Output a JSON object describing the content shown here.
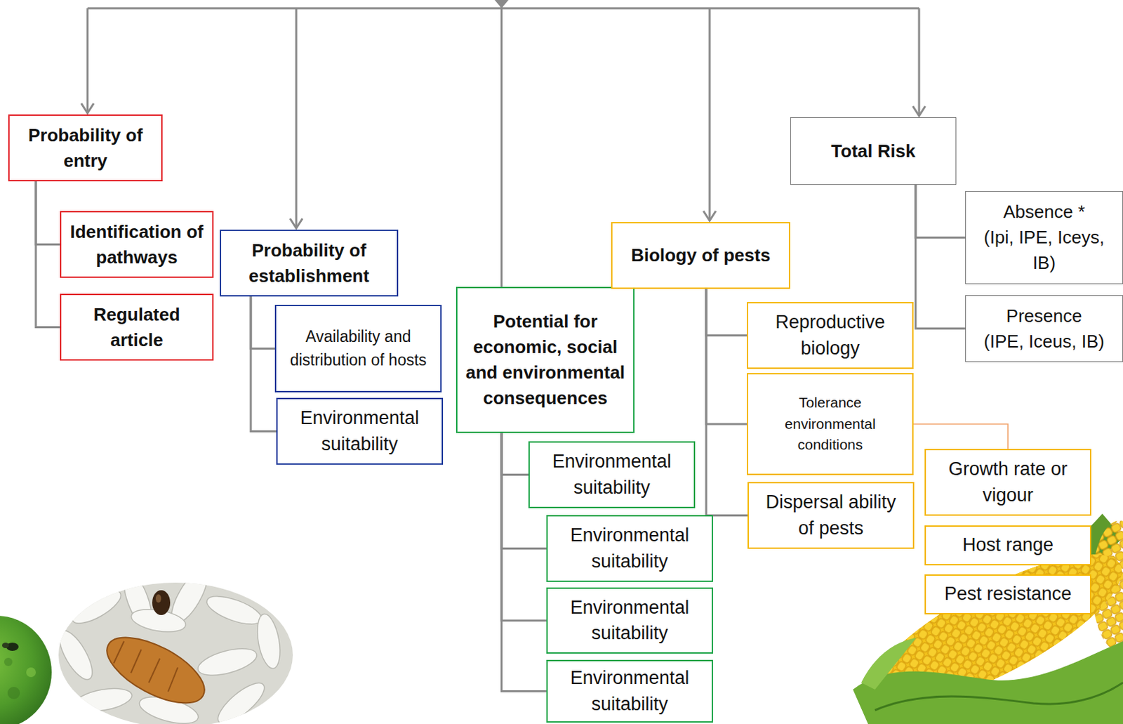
{
  "diagram": {
    "nodes": [
      {
        "text": [
          "Probability of entry"
        ]
      },
      {
        "text": [
          "Identification of pathways"
        ]
      },
      {
        "text": [
          "Regulated article"
        ]
      },
      {
        "text": [
          "Probability of establishment"
        ]
      },
      {
        "text": [
          "Availability and distribution of hosts"
        ]
      },
      {
        "text": [
          "Environmental suitability"
        ]
      },
      {
        "text": [
          "Potential for economic, social and environmental consequences"
        ]
      },
      {
        "text": [
          "Environmental suitability"
        ]
      },
      {
        "text": [
          "Environmental suitability"
        ]
      },
      {
        "text": [
          "Environmental suitability"
        ]
      },
      {
        "text": [
          "Environmental suitability"
        ]
      },
      {
        "text": [
          "Biology of pests"
        ]
      },
      {
        "text": [
          "Reproductive biology"
        ]
      },
      {
        "text": [
          "Tolerance environmental conditions"
        ]
      },
      {
        "text": [
          "Dispersal ability of pests"
        ]
      },
      {
        "text": [
          "Growth rate or vigour"
        ]
      },
      {
        "text": [
          "Host range"
        ]
      },
      {
        "text": [
          "Pest resistance"
        ]
      },
      {
        "text": [
          "Total Risk"
        ]
      },
      {
        "text": [
          "Absence *",
          "(Ipi, IPE, Iceys, IB)"
        ]
      },
      {
        "text": [
          "Presence",
          "(IPE, Iceus, IB)"
        ]
      }
    ],
    "edges": [
      {
        "from": 0,
        "to": 1,
        "arrow": "none"
      },
      {
        "from": 0,
        "to": 2,
        "arrow": "none"
      },
      {
        "from": 3,
        "to": 4,
        "arrow": "none"
      },
      {
        "from": 3,
        "to": 5,
        "arrow": "none"
      },
      {
        "from": 6,
        "to": 7,
        "arrow": "none"
      },
      {
        "from": 6,
        "to": 8,
        "arrow": "none"
      },
      {
        "from": 6,
        "to": 9,
        "arrow": "none"
      },
      {
        "from": 6,
        "to": 10,
        "arrow": "none"
      },
      {
        "from": 11,
        "to": 12,
        "arrow": "none"
      },
      {
        "from": 11,
        "to": 13,
        "arrow": "none"
      },
      {
        "from": 11,
        "to": 14,
        "arrow": "none"
      },
      {
        "from": 13,
        "to": 15,
        "arrow": "none"
      },
      {
        "from": 18,
        "to": 19,
        "arrow": "none"
      },
      {
        "from": 18,
        "to": 20,
        "arrow": "none"
      }
    ]
  }
}
